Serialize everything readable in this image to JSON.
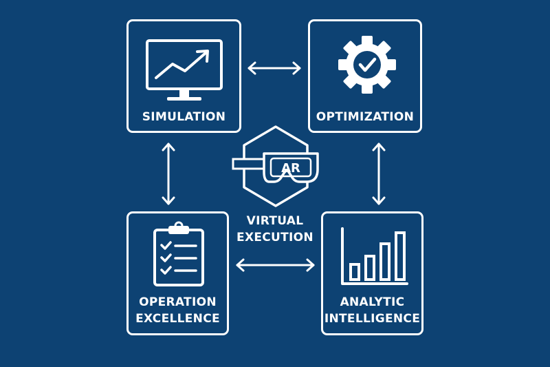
{
  "colors": {
    "background": "#0d4273",
    "foreground": "#ffffff"
  },
  "nodes": {
    "simulation": {
      "label": "SIMULATION",
      "icon": "monitor-trend-icon"
    },
    "optimization": {
      "label": "OPTIMIZATION",
      "icon": "gear-check-icon"
    },
    "operation_excellence": {
      "label_line1": "OPERATION",
      "label_line2": "EXCELLENCE",
      "icon": "clipboard-checklist-icon"
    },
    "analytic_intelligence": {
      "label_line1": "ANALYTIC",
      "label_line2": "INTELLIGENCE",
      "icon": "bar-chart-icon"
    },
    "virtual_execution": {
      "label_line1": "VIRTUAL",
      "label_line2": "EXECUTION",
      "badge": "AR",
      "icon": "ar-headset-icon"
    }
  },
  "connectors": [
    {
      "from": "simulation",
      "to": "optimization",
      "style": "double-arrow"
    },
    {
      "from": "simulation",
      "to": "operation_excellence",
      "style": "double-arrow"
    },
    {
      "from": "optimization",
      "to": "analytic_intelligence",
      "style": "double-arrow"
    },
    {
      "from": "operation_excellence",
      "to": "analytic_intelligence",
      "style": "double-arrow"
    }
  ]
}
